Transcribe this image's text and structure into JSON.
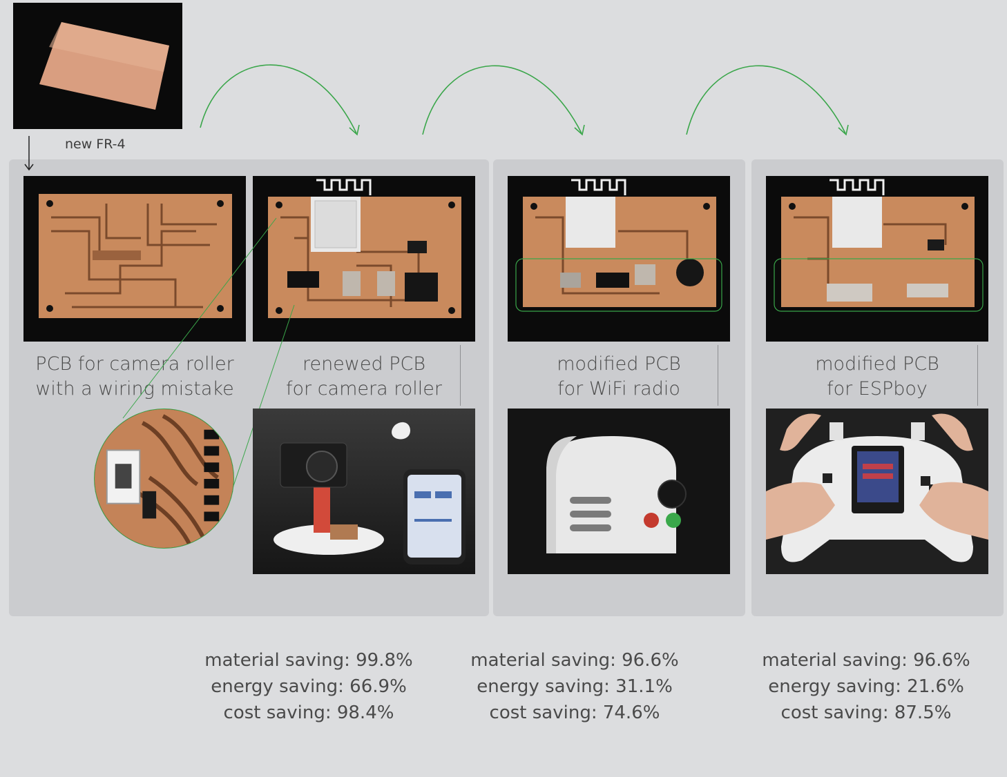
{
  "source_label": "new FR-4",
  "stages": [
    {
      "caption": "PCB for camera roller\nwith a wiring mistake"
    },
    {
      "caption": "renewed PCB\nfor camera roller"
    },
    {
      "caption": "modified PCB\nfor WiFi radio"
    },
    {
      "caption": "modified PCB\nfor ESPboy"
    }
  ],
  "savings": [
    {
      "material": "material saving: 99.8%",
      "energy": "energy saving: 66.9%",
      "cost": "cost saving: 98.4%"
    },
    {
      "material": "material saving: 96.6%",
      "energy": "energy saving: 31.1%",
      "cost": "cost saving: 74.6%"
    },
    {
      "material": "material saving: 96.6%",
      "energy": "energy saving: 21.6%",
      "cost": "cost saving: 87.5%"
    }
  ],
  "colors": {
    "arrow": "#3aa64a",
    "panel": "#cbcccf",
    "background": "#dcdddf",
    "copper": "#c98a5d",
    "text": "#4a4a4a"
  },
  "icons": [
    "reuse-arrow-icon",
    "down-arrow-icon"
  ]
}
